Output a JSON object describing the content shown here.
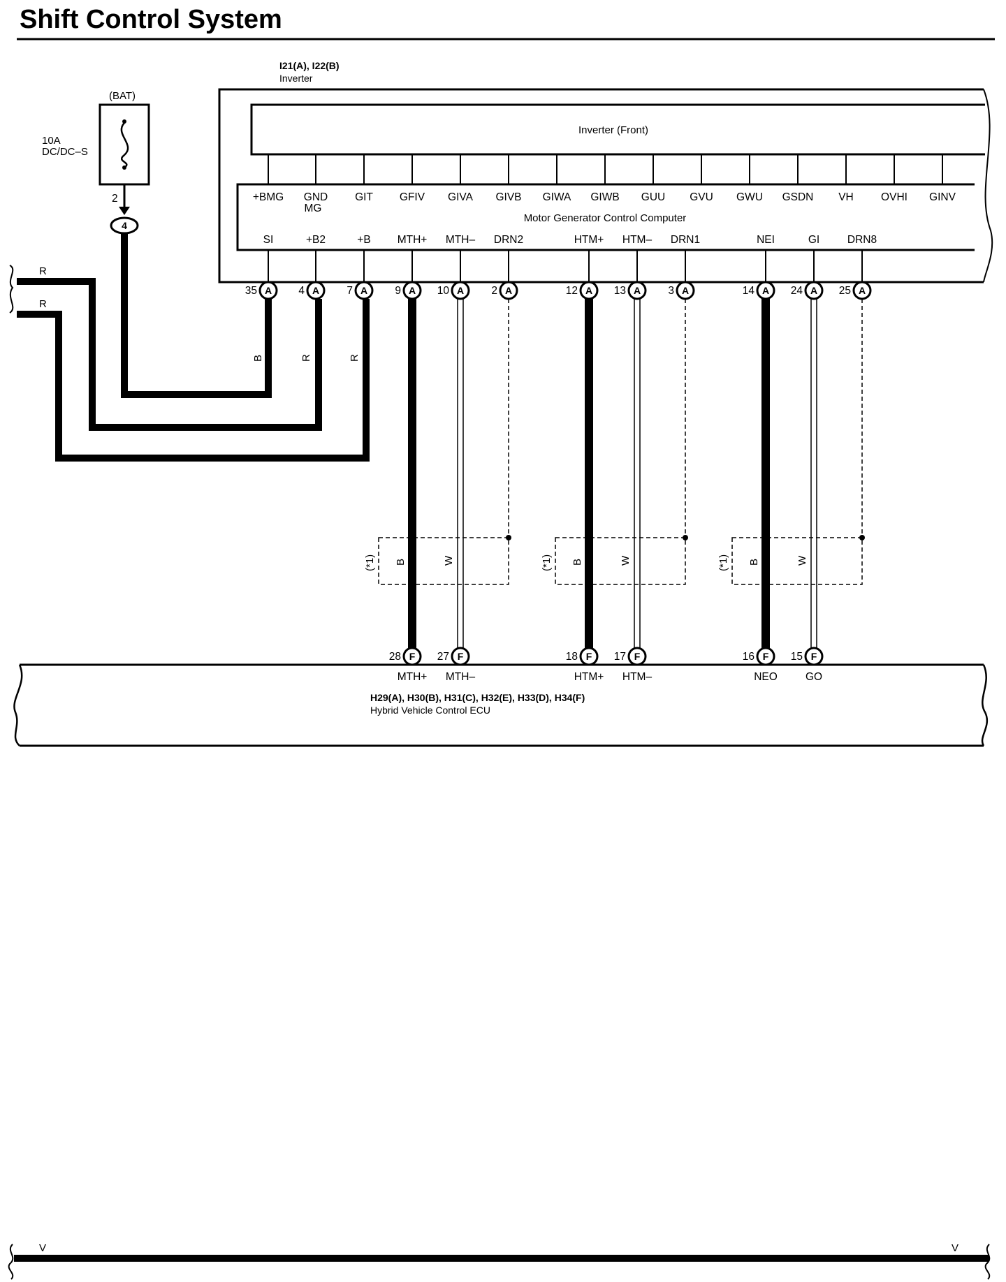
{
  "page": {
    "title": "Shift Control System"
  },
  "fuse": {
    "source": "(BAT)",
    "rating": "10A",
    "name": "DC/DC–S",
    "pin": "2",
    "junction": "4"
  },
  "inverter": {
    "connectors": "I21(A), I22(B)",
    "name": "Inverter",
    "front_label": "Inverter (Front)",
    "computer_label": "Motor Generator Control Computer",
    "top_terminals": [
      "+BMG",
      "GND",
      "GIT",
      "GFIV",
      "GIVA",
      "GIVB",
      "GIWA",
      "GIWB",
      "GUU",
      "GVU",
      "GWU",
      "GSDN",
      "VH",
      "OVHI",
      "GINV"
    ],
    "gnd_sub": "MG",
    "bottom_terminals": [
      {
        "name": "SI",
        "pin": "35",
        "conn": "A"
      },
      {
        "name": "+B2",
        "pin": "4",
        "conn": "A"
      },
      {
        "name": "+B",
        "pin": "7",
        "conn": "A"
      },
      {
        "name": "MTH+",
        "pin": "9",
        "conn": "A"
      },
      {
        "name": "MTH–",
        "pin": "10",
        "conn": "A"
      },
      {
        "name": "DRN2",
        "pin": "2",
        "conn": "A"
      },
      {
        "name": "HTM+",
        "pin": "12",
        "conn": "A"
      },
      {
        "name": "HTM–",
        "pin": "13",
        "conn": "A"
      },
      {
        "name": "DRN1",
        "pin": "3",
        "conn": "A"
      },
      {
        "name": "NEI",
        "pin": "14",
        "conn": "A"
      },
      {
        "name": "GI",
        "pin": "24",
        "conn": "A"
      },
      {
        "name": "DRN8",
        "pin": "25",
        "conn": "A"
      }
    ]
  },
  "wires": {
    "left_top": "R",
    "left_bottom": "R",
    "si_color": "B",
    "b2_color": "R",
    "b_color": "R",
    "shield_note": "(*1)",
    "shield_b": "B",
    "shield_w": "W"
  },
  "ecu": {
    "connectors": "H29(A), H30(B), H31(C), H32(E), H33(D), H34(F)",
    "name": "Hybrid Vehicle Control ECU",
    "terminals": [
      {
        "name": "MTH+",
        "pin": "28",
        "conn": "F"
      },
      {
        "name": "MTH–",
        "pin": "27",
        "conn": "F"
      },
      {
        "name": "HTM+",
        "pin": "18",
        "conn": "F"
      },
      {
        "name": "HTM–",
        "pin": "17",
        "conn": "F"
      },
      {
        "name": "NEO",
        "pin": "16",
        "conn": "F"
      },
      {
        "name": "GO",
        "pin": "15",
        "conn": "F"
      }
    ]
  },
  "bus": {
    "left": "V",
    "right": "V"
  }
}
